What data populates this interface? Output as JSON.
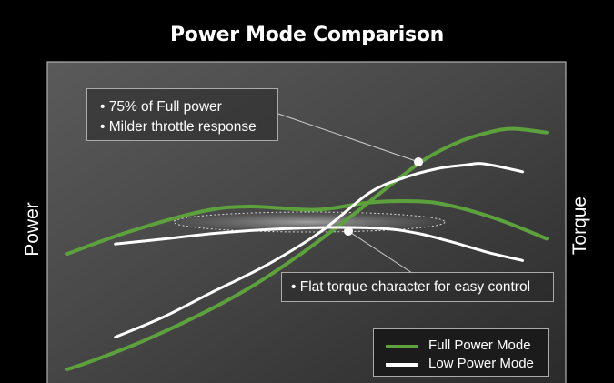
{
  "chart_data": {
    "type": "line",
    "title": "Power Mode Comparison",
    "ylabel_left": "Power",
    "ylabel_right": "Torque",
    "axis_ticks": "none",
    "grid": false,
    "legend_position": "bottom-right",
    "colors": {
      "full": "#5da13c",
      "low": "#ffffff",
      "frame": "#b0b0b0",
      "annotation_border": "#aaaaaa"
    },
    "series": [
      {
        "name": "Full Power Mode",
        "measure": "Power",
        "color": "#5da13c",
        "points": [
          [
            0,
            0
          ],
          [
            5.5,
            3.1
          ],
          [
            15,
            9.2
          ],
          [
            27,
            18.3
          ],
          [
            38,
            28.1
          ],
          [
            49,
            40.1
          ],
          [
            60,
            53.8
          ],
          [
            68,
            64.3
          ],
          [
            75,
            72.8
          ],
          [
            82,
            78.6
          ],
          [
            88,
            81.7
          ],
          [
            93,
            82.9
          ],
          [
            100,
            81.6
          ]
        ]
      },
      {
        "name": "Full Power Mode",
        "measure": "Torque",
        "color": "#5da13c",
        "points": [
          [
            0,
            39.8
          ],
          [
            13,
            47.5
          ],
          [
            28,
            54.4
          ],
          [
            38,
            56.1
          ],
          [
            52,
            55.0
          ],
          [
            63,
            57.5
          ],
          [
            73,
            57.9
          ],
          [
            80,
            56.4
          ],
          [
            90,
            51.6
          ],
          [
            100,
            45.0
          ]
        ]
      },
      {
        "name": "Low Power Mode",
        "measure": "Power",
        "color": "#ffffff",
        "points": [
          [
            10,
            11.1
          ],
          [
            20,
            18.0
          ],
          [
            30,
            26.4
          ],
          [
            42,
            36.3
          ],
          [
            53,
            47.6
          ],
          [
            63,
            60.8
          ],
          [
            70,
            65.9
          ],
          [
            77,
            69.1
          ],
          [
            83,
            70.4
          ],
          [
            87,
            70.8
          ],
          [
            95,
            68.1
          ]
        ]
      },
      {
        "name": "Low Power Mode",
        "measure": "Torque",
        "color": "#ffffff",
        "points": [
          [
            10,
            43.2
          ],
          [
            20,
            44.9
          ],
          [
            31,
            46.9
          ],
          [
            42,
            48.2
          ],
          [
            55,
            48.9
          ],
          [
            66,
            48.5
          ],
          [
            73,
            46.9
          ],
          [
            80,
            44.0
          ],
          [
            88,
            40.2
          ],
          [
            95,
            37.5
          ]
        ]
      }
    ],
    "annotations": [
      {
        "lines": [
          "• 75% of Full power",
          "• Milder throttle response"
        ]
      },
      {
        "lines": [
          "• Flat torque character for easy control"
        ]
      }
    ]
  },
  "legend": [
    {
      "label": "Full Power Mode",
      "color": "#5da13c"
    },
    {
      "label": "Low Power Mode",
      "color": "#ffffff"
    }
  ]
}
